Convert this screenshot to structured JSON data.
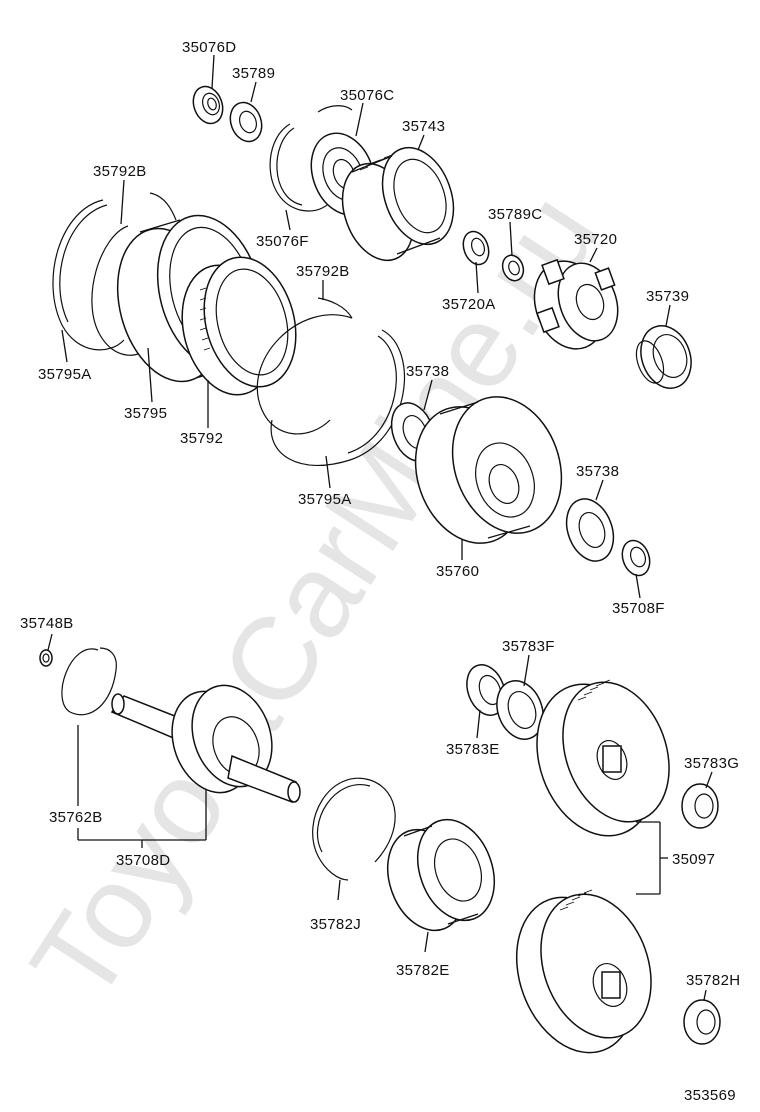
{
  "watermark": "ToyotaCarMine.ru",
  "diagram_id": "353569",
  "labels": {
    "p35076D": "35076D",
    "p35789": "35789",
    "p35076C": "35076C",
    "p35743": "35743",
    "p35792B_top": "35792B",
    "p35076F": "35076F",
    "p35789C": "35789C",
    "p35720": "35720",
    "p35720A": "35720A",
    "p35739": "35739",
    "p35792B_mid": "35792B",
    "p35795A_left": "35795A",
    "p35795": "35795",
    "p35792": "35792",
    "p35738_top": "35738",
    "p35795A_bottom": "35795A",
    "p35760": "35760",
    "p35738_right": "35738",
    "p35708F": "35708F",
    "p35748B": "35748B",
    "p35783F": "35783F",
    "p35783E": "35783E",
    "p35783G": "35783G",
    "p35762B": "35762B",
    "p35708D": "35708D",
    "p35097": "35097",
    "p35782J": "35782J",
    "p35782E": "35782E",
    "p35782H": "35782H"
  }
}
